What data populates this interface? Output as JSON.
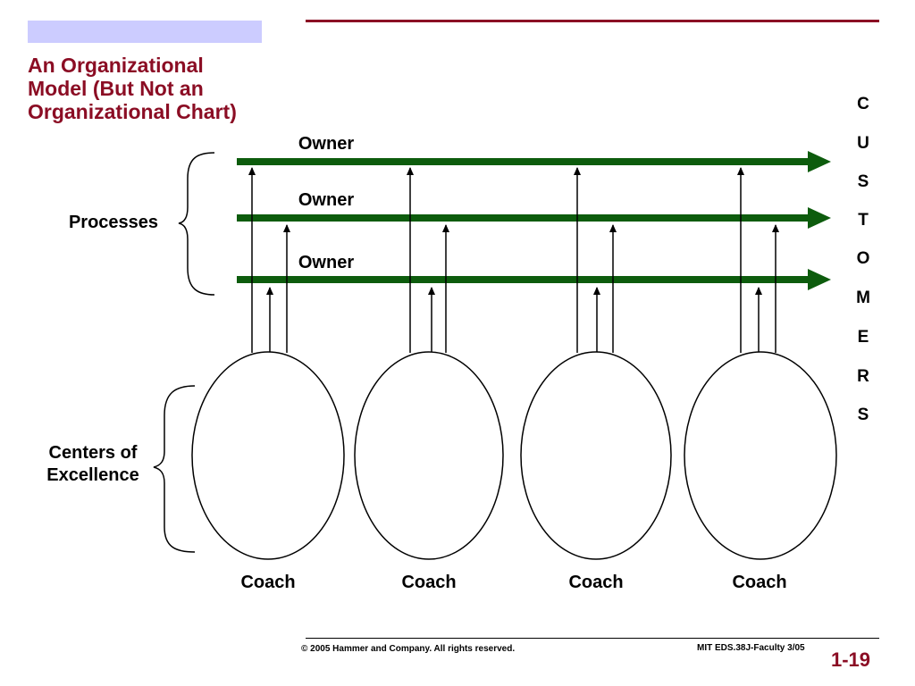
{
  "slide": {
    "title": "An Organizational\nModel (But Not an\nOrganizational Chart)",
    "footer_copyright": "© 2005 Hammer and Company. All rights reserved.",
    "footer_course": "MIT EDS.38J-Faculty   3/05",
    "slide_number": "1-19"
  },
  "diagram": {
    "processes_label": "Processes",
    "centers_label": [
      "Centers of",
      "Excellence"
    ],
    "owners": [
      "Owner",
      "Owner",
      "Owner"
    ],
    "coaches": [
      "Coach",
      "Coach",
      "Coach",
      "Coach"
    ],
    "customers_letters": [
      "C",
      "U",
      "S",
      "T",
      "O",
      "M",
      "E",
      "R",
      "S"
    ],
    "colors": {
      "title": "#8b0d24",
      "process_arrow": "#0d5c0d",
      "accent_band": "#ccccff"
    }
  }
}
